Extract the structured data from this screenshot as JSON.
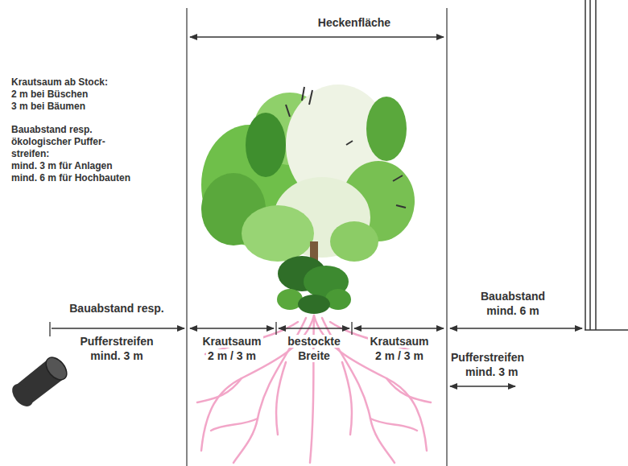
{
  "diagram": {
    "labels": [
      "Heckenfläche",
      "Krautsaum ab Stock:",
      "2 m bei Büschen",
      "3 m bei Bäumen",
      "Bauabstand resp.",
      "ökologischer Puffer-",
      "streifen:",
      "mind. 3 m für Anlagen",
      "mind. 6 m für Hochbauten",
      "Bauabstand resp.",
      "Pufferstreifen",
      "mind. 3 m",
      "Krautsaum",
      "2 m / 3 m",
      "bestockte",
      "Breite",
      "Krautsaum",
      "2 m / 3 m",
      "Bauabstand",
      "mind. 6 m",
      "Pufferstreifen",
      "mind. 3 m"
    ]
  }
}
